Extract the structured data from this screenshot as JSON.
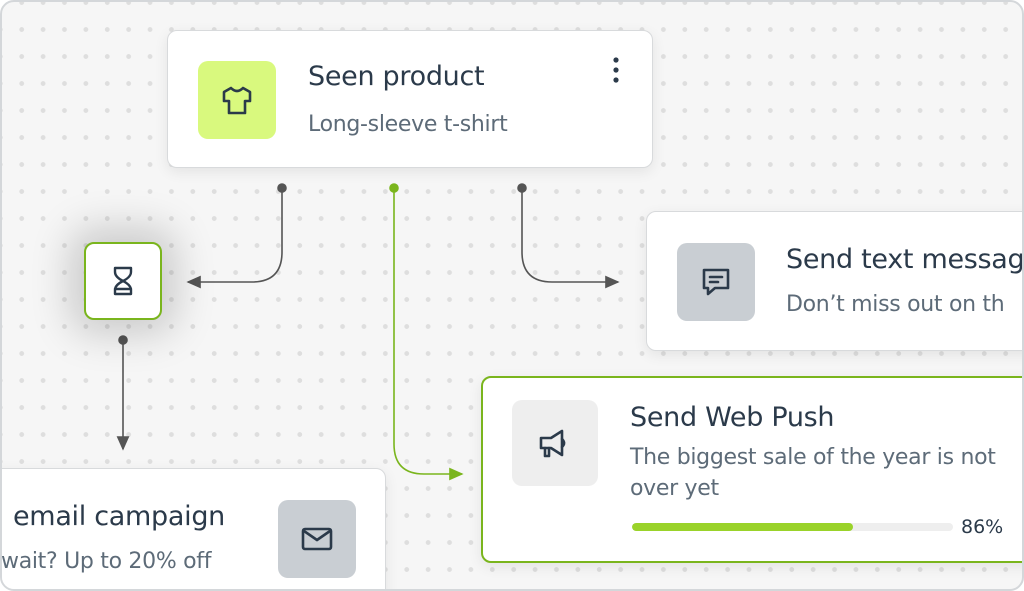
{
  "colors": {
    "accent": "#7ab51d",
    "progress": "#9ad32a",
    "icon_bg_green": "#d9f97e",
    "icon_bg_gray": "#c9ced3"
  },
  "nodes": {
    "seen_product": {
      "title": "Seen product",
      "subtitle": "Long-sleeve t-shirt",
      "icon": "tshirt-icon"
    },
    "wait": {
      "icon": "hourglass-icon"
    },
    "text_message": {
      "title": "Send text messag",
      "subtitle": "Don’t miss out on th",
      "icon": "chat-icon"
    },
    "web_push": {
      "title": "Send Web Push",
      "subtitle": "The biggest sale of the year is not over yet",
      "icon": "megaphone-icon",
      "progress_label": "86%",
      "progress_fill": 0.69
    },
    "email": {
      "title": "email campaign",
      "subtitle": "wait? Up to 20% off",
      "icon": "envelope-icon"
    }
  }
}
